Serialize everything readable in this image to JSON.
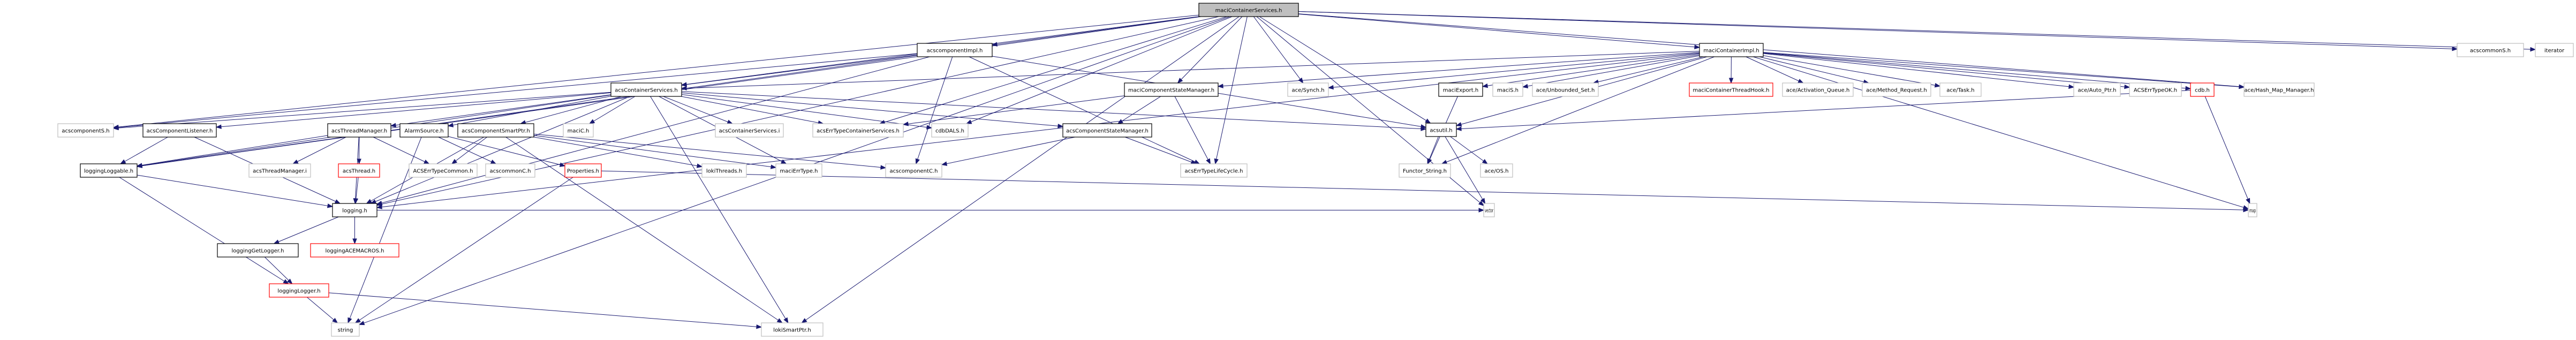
{
  "title": "maciContainerServices.h include dependency graph",
  "colors": {
    "edge": "#191970",
    "root_fill": "#bfbfbf",
    "documented_border": "#000000",
    "external_border": "#bfbfbf",
    "truncated_border": "#ff0000"
  },
  "nodes": [
    {
      "id": "root",
      "label": "maciContainerServices.h",
      "kind": "root"
    },
    {
      "id": "acscomponentImpl",
      "label": "acscomponentImpl.h",
      "kind": "doc"
    },
    {
      "id": "maciContainerImpl",
      "label": "maciContainerImpl.h",
      "kind": "doc"
    },
    {
      "id": "acsContainerServices",
      "label": "acsContainerServices.h",
      "kind": "doc"
    },
    {
      "id": "maciComponentStateManager",
      "label": "maciComponentStateManager.h",
      "kind": "doc"
    },
    {
      "id": "aceSynch",
      "label": "ace/Synch.h",
      "kind": "ext"
    },
    {
      "id": "maciExport",
      "label": "maciExport.h",
      "kind": "doc"
    },
    {
      "id": "maciS",
      "label": "maciS.h",
      "kind": "ext"
    },
    {
      "id": "aceUnboundedSet",
      "label": "ace/Unbounded_Set.h",
      "kind": "ext"
    },
    {
      "id": "maciContainerThreadHook",
      "label": "maciContainerThreadHook.h",
      "kind": "trunc"
    },
    {
      "id": "aceActivationQueue",
      "label": "ace/Activation_Queue.h",
      "kind": "ext"
    },
    {
      "id": "aceMethodRequest",
      "label": "ace/Method_Request.h",
      "kind": "ext"
    },
    {
      "id": "aceTask",
      "label": "ace/Task.h",
      "kind": "ext"
    },
    {
      "id": "aceAutoPtr",
      "label": "ace/Auto_Ptr.h",
      "kind": "ext"
    },
    {
      "id": "ACSErrTypeOK",
      "label": "ACSErrTypeOK.h",
      "kind": "ext"
    },
    {
      "id": "cdb",
      "label": "cdb.h",
      "kind": "trunc"
    },
    {
      "id": "aceHashMapManager",
      "label": "ace/Hash_Map_Manager.h",
      "kind": "ext"
    },
    {
      "id": "acscommonS",
      "label": "acscommonS.h",
      "kind": "ext"
    },
    {
      "id": "iterator",
      "label": "iterator",
      "kind": "ext"
    },
    {
      "id": "acscomponentS",
      "label": "acscomponentS.h",
      "kind": "ext"
    },
    {
      "id": "acsComponentListener",
      "label": "acsComponentListener.h",
      "kind": "doc"
    },
    {
      "id": "acsThreadManager",
      "label": "acsThreadManager.h",
      "kind": "doc"
    },
    {
      "id": "AlarmSource",
      "label": "AlarmSource.h",
      "kind": "doc"
    },
    {
      "id": "acsComponentSmartPtr",
      "label": "acsComponentSmartPtr.h",
      "kind": "doc"
    },
    {
      "id": "maciC",
      "label": "maciC.h",
      "kind": "ext"
    },
    {
      "id": "acsContainerServicesI",
      "label": "acsContainerServices.i",
      "kind": "ext"
    },
    {
      "id": "acsErrTypeContainerServices",
      "label": "acsErrTypeContainerServices.h",
      "kind": "ext"
    },
    {
      "id": "cdbDALS",
      "label": "cdbDALS.h",
      "kind": "ext"
    },
    {
      "id": "acsComponentStateManager",
      "label": "acsComponentStateManager.h",
      "kind": "doc"
    },
    {
      "id": "acsutil",
      "label": "acsutil.h",
      "kind": "doc"
    },
    {
      "id": "loggingLoggable",
      "label": "loggingLoggable.h",
      "kind": "doc"
    },
    {
      "id": "acsThreadManagerI",
      "label": "acsThreadManager.i",
      "kind": "ext"
    },
    {
      "id": "acsThread",
      "label": "acsThread.h",
      "kind": "trunc"
    },
    {
      "id": "ACSErrTypeCommon",
      "label": "ACSErrTypeCommon.h",
      "kind": "ext"
    },
    {
      "id": "acscommonC",
      "label": "acscommonC.h",
      "kind": "ext"
    },
    {
      "id": "Properties",
      "label": "Properties.h",
      "kind": "trunc"
    },
    {
      "id": "lokiThreads",
      "label": "lokiThreads.h",
      "kind": "ext"
    },
    {
      "id": "maciErrType",
      "label": "maciErrType.h",
      "kind": "ext"
    },
    {
      "id": "acscomponentC",
      "label": "acscomponentC.h",
      "kind": "ext"
    },
    {
      "id": "acsErrTypeLifeCycle",
      "label": "acsErrTypeLifeCycle.h",
      "kind": "ext"
    },
    {
      "id": "FunctorString",
      "label": "Functor_String.h",
      "kind": "ext"
    },
    {
      "id": "aceOS",
      "label": "ace/OS.h",
      "kind": "ext"
    },
    {
      "id": "logging",
      "label": "logging.h",
      "kind": "doc"
    },
    {
      "id": "vector",
      "label": "vector",
      "kind": "ext"
    },
    {
      "id": "map",
      "label": "map",
      "kind": "ext"
    },
    {
      "id": "loggingGetLogger",
      "label": "loggingGetLogger.h",
      "kind": "doc"
    },
    {
      "id": "loggingACEMACROS",
      "label": "loggingACEMACROS.h",
      "kind": "trunc"
    },
    {
      "id": "loggingLogger",
      "label": "loggingLogger.h",
      "kind": "trunc"
    },
    {
      "id": "string",
      "label": "string",
      "kind": "ext"
    },
    {
      "id": "lokiSmartPtr",
      "label": "lokiSmartPtr.h",
      "kind": "ext"
    }
  ],
  "edges": [
    [
      "root",
      "acscomponentImpl"
    ],
    [
      "root",
      "maciContainerImpl"
    ],
    [
      "root",
      "acsContainerServices"
    ],
    [
      "root",
      "maciComponentStateManager"
    ],
    [
      "root",
      "aceSynch"
    ],
    [
      "root",
      "acscommonS"
    ],
    [
      "root",
      "iterator"
    ],
    [
      "root",
      "acscomponentS"
    ],
    [
      "root",
      "loggingLoggable"
    ],
    [
      "root",
      "acsErrTypeContainerServices"
    ],
    [
      "root",
      "cdbDALS"
    ],
    [
      "root",
      "acsutil"
    ],
    [
      "root",
      "logging"
    ],
    [
      "root",
      "string"
    ],
    [
      "root",
      "vector"
    ],
    [
      "root",
      "lokiSmartPtr"
    ],
    [
      "root",
      "acsErrTypeLifeCycle"
    ],
    [
      "root",
      "aceHashMapManager"
    ],
    [
      "acscomponentImpl",
      "acsContainerServices"
    ],
    [
      "acscomponentImpl",
      "acscomponentS"
    ],
    [
      "acscomponentImpl",
      "acsutil"
    ],
    [
      "acscomponentImpl",
      "logging"
    ],
    [
      "acscomponentImpl",
      "acscomponentC"
    ],
    [
      "acscomponentImpl",
      "acsErrTypeLifeCycle"
    ],
    [
      "acscomponentImpl",
      "loggingLoggable"
    ],
    [
      "maciContainerImpl",
      "acsContainerServices"
    ],
    [
      "maciContainerImpl",
      "aceSynch"
    ],
    [
      "maciContainerImpl",
      "maciExport"
    ],
    [
      "maciContainerImpl",
      "maciS"
    ],
    [
      "maciContainerImpl",
      "aceUnboundedSet"
    ],
    [
      "maciContainerImpl",
      "maciContainerThreadHook"
    ],
    [
      "maciContainerImpl",
      "aceActivationQueue"
    ],
    [
      "maciContainerImpl",
      "aceMethodRequest"
    ],
    [
      "maciContainerImpl",
      "aceTask"
    ],
    [
      "maciContainerImpl",
      "aceAutoPtr"
    ],
    [
      "maciContainerImpl",
      "ACSErrTypeOK"
    ],
    [
      "maciContainerImpl",
      "cdb"
    ],
    [
      "maciContainerImpl",
      "aceHashMapManager"
    ],
    [
      "maciContainerImpl",
      "acsutil"
    ],
    [
      "maciContainerImpl",
      "logging"
    ],
    [
      "maciContainerImpl",
      "map"
    ],
    [
      "maciContainerImpl",
      "maciComponentStateManager"
    ],
    [
      "maciContainerImpl",
      "FunctorString"
    ],
    [
      "acsContainerServices",
      "acscomponentS"
    ],
    [
      "acsContainerServices",
      "acsComponentListener"
    ],
    [
      "acsContainerServices",
      "acsThreadManager"
    ],
    [
      "acsContainerServices",
      "AlarmSource"
    ],
    [
      "acsContainerServices",
      "acsComponentSmartPtr"
    ],
    [
      "acsContainerServices",
      "maciC"
    ],
    [
      "acsContainerServices",
      "acsContainerServicesI"
    ],
    [
      "acsContainerServices",
      "acsErrTypeContainerServices"
    ],
    [
      "acsContainerServices",
      "cdbDALS"
    ],
    [
      "acsContainerServices",
      "acsComponentStateManager"
    ],
    [
      "acsContainerServices",
      "loggingLoggable"
    ],
    [
      "acsContainerServices",
      "acsutil"
    ],
    [
      "acsContainerServices",
      "logging"
    ],
    [
      "acsContainerServices",
      "maciErrType"
    ],
    [
      "acsContainerServices",
      "lokiSmartPtr"
    ],
    [
      "maciComponentStateManager",
      "acsComponentStateManager"
    ],
    [
      "maciComponentStateManager",
      "acsErrTypeLifeCycle"
    ],
    [
      "maciComponentStateManager",
      "acsErrTypeContainerServices"
    ],
    [
      "maciExport",
      "FunctorString"
    ],
    [
      "cdb",
      "acsutil"
    ],
    [
      "cdb",
      "map"
    ],
    [
      "acsComponentListener",
      "loggingLoggable"
    ],
    [
      "acsComponentListener",
      "logging"
    ],
    [
      "acsThreadManager",
      "acsThreadManagerI"
    ],
    [
      "acsThreadManager",
      "acsThread"
    ],
    [
      "acsThreadManager",
      "ACSErrTypeCommon"
    ],
    [
      "acsThreadManager",
      "loggingLoggable"
    ],
    [
      "acsThreadManager",
      "logging"
    ],
    [
      "AlarmSource",
      "acscommonC"
    ],
    [
      "AlarmSource",
      "Properties"
    ],
    [
      "AlarmSource",
      "string"
    ],
    [
      "acsComponentSmartPtr",
      "ACSErrTypeCommon"
    ],
    [
      "acsComponentSmartPtr",
      "lokiThreads"
    ],
    [
      "acsComponentSmartPtr",
      "maciErrType"
    ],
    [
      "acsComponentSmartPtr",
      "acscomponentC"
    ],
    [
      "acsComponentSmartPtr",
      "logging"
    ],
    [
      "acsComponentSmartPtr",
      "lokiSmartPtr"
    ],
    [
      "acsComponentStateManager",
      "acscomponentC"
    ],
    [
      "acsComponentStateManager",
      "acsErrTypeLifeCycle"
    ],
    [
      "acsutil",
      "FunctorString"
    ],
    [
      "acsutil",
      "aceOS"
    ],
    [
      "acsutil",
      "vector"
    ],
    [
      "loggingLoggable",
      "logging"
    ],
    [
      "loggingLoggable",
      "loggingLogger"
    ],
    [
      "acsThread",
      "logging"
    ],
    [
      "Properties",
      "map"
    ],
    [
      "Properties",
      "string"
    ],
    [
      "logging",
      "loggingGetLogger"
    ],
    [
      "logging",
      "loggingACEMACROS"
    ],
    [
      "logging",
      "vector"
    ],
    [
      "loggingGetLogger",
      "loggingLogger"
    ],
    [
      "loggingLogger",
      "string"
    ],
    [
      "loggingLogger",
      "lokiSmartPtr"
    ]
  ]
}
